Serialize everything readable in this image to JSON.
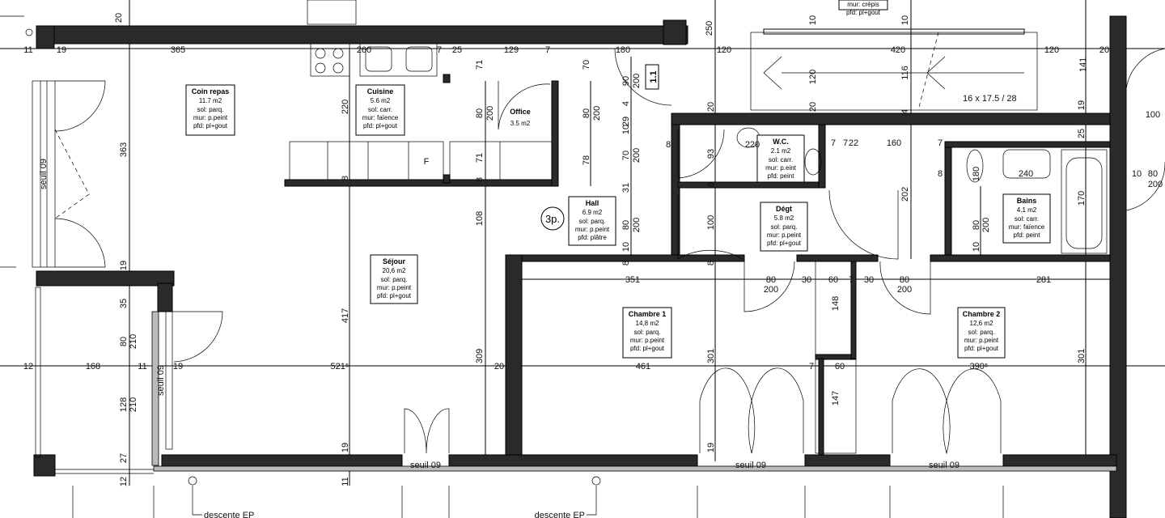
{
  "rooms": [
    {
      "name": "Coin repas",
      "area": "11.7 m2",
      "sol": "sol: parq.",
      "mur": "mur: p.peint",
      "pfd": "pfd: pl+gout"
    },
    {
      "name": "Cuisine",
      "area": "5.6 m2",
      "sol": "sol: carr.",
      "mur": "mur: faïence",
      "pfd": "pfd: pl+gout"
    },
    {
      "name": "Office",
      "area": "3.5 m2"
    },
    {
      "name": "Hall",
      "area": "6.9 m2",
      "sol": "sol: parq.",
      "mur": "mur: p.peint",
      "pfd": "pfd: plâtre"
    },
    {
      "name": "W.C.",
      "area": "2.1 m2",
      "sol": "sol: carr.",
      "mur": "mur: p.eint",
      "pfd": "pfd: peint"
    },
    {
      "name": "Dégt",
      "area": "5.8 m2",
      "sol": "sol: parq.",
      "mur": "mur: p.peint",
      "pfd": "pfd: pl+gout"
    },
    {
      "name": "Bains",
      "area": "4.1 m2",
      "sol": "sol: carr.",
      "mur": "mur: faïence",
      "pfd": "pfd: peint"
    },
    {
      "name": "Séjour",
      "area": "20,6 m2",
      "sol": "sol: parq.",
      "mur": "mur: p.peint",
      "pfd": "pfd: pl+gout"
    },
    {
      "name": "Chambre 1",
      "area": "14,8 m2",
      "sol": "sol: parq.",
      "mur": "mur: p.peint",
      "pfd": "pfd: pl+gout"
    },
    {
      "name": "Chambre 2",
      "area": "12,6 m2",
      "sol": "sol: parq.",
      "mur": "mur: p.peint",
      "pfd": "pfd: pl+gout"
    },
    {
      "mur": "mur: crépis",
      "pfd": "pfd: pl+gout"
    }
  ],
  "labels": {
    "apartment_type": "3p.",
    "section_marker": "1.1",
    "stair_spec": "16 x 17.5 / 28",
    "fridge": "F",
    "threshold": "seuil 09",
    "downpipe": "descente EP"
  },
  "dimensions": [
    "20",
    "11",
    "19",
    "365",
    "260",
    "7",
    "25",
    "71",
    "129",
    "7",
    "180",
    "70",
    "250",
    "120",
    "420",
    "120",
    "20",
    "141",
    "363",
    "19",
    "35",
    "80",
    "210",
    "128",
    "210",
    "27",
    "12",
    "12",
    "168",
    "11",
    "19",
    "521⁵",
    "20",
    "461",
    "7",
    "60",
    "390⁵",
    "220",
    "8",
    "417",
    "19",
    "11",
    "200",
    "80",
    "71",
    "8",
    "108",
    "309",
    "80",
    "200",
    "78",
    "90",
    "200",
    "4",
    "29",
    "10",
    "70",
    "200",
    "31",
    "80",
    "200",
    "10",
    "8",
    "20",
    "93",
    "8",
    "100",
    "8",
    "301",
    "19",
    "10",
    "116",
    "4",
    "202",
    "120",
    "10",
    "20",
    "8",
    "220",
    "7",
    "22",
    "7",
    "160",
    "7",
    "8",
    "180",
    "240",
    "80",
    "200",
    "10",
    "170",
    "25",
    "19",
    "301",
    "10",
    "80",
    "200",
    "100",
    "351",
    "80",
    "200",
    "30",
    "60",
    "7",
    "30",
    "80",
    "200",
    "281",
    "148",
    "147"
  ]
}
